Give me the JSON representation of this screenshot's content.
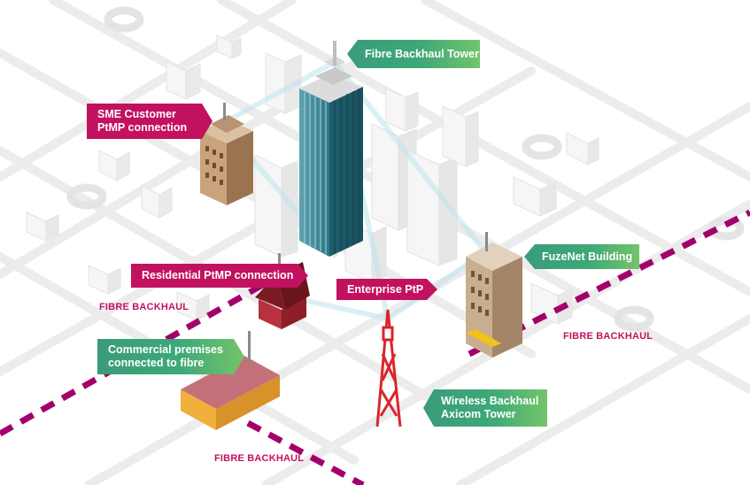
{
  "callouts": {
    "fibre_tower": "Fibre Backhaul Tower",
    "sme_line1": "SME Customer",
    "sme_line2": "PtMP connection",
    "fuzenet": "FuzeNet Building",
    "residential": "Residential PtMP connection",
    "enterprise": "Enterprise PtP",
    "commercial_line1": "Commercial premises",
    "commercial_line2": "connected to fibre",
    "wireless_line1": "Wireless Backhaul",
    "wireless_line2": "Axicom Tower"
  },
  "fibre_labels": [
    "FIBRE BACKHAUL",
    "FIBRE BACKHAUL",
    "FIBRE BACKHAUL"
  ],
  "colors": {
    "callout_green": "#3da878",
    "callout_magenta": "#c2125f",
    "fibre_line": "#a3006b",
    "tower_red": "#d8262c"
  }
}
